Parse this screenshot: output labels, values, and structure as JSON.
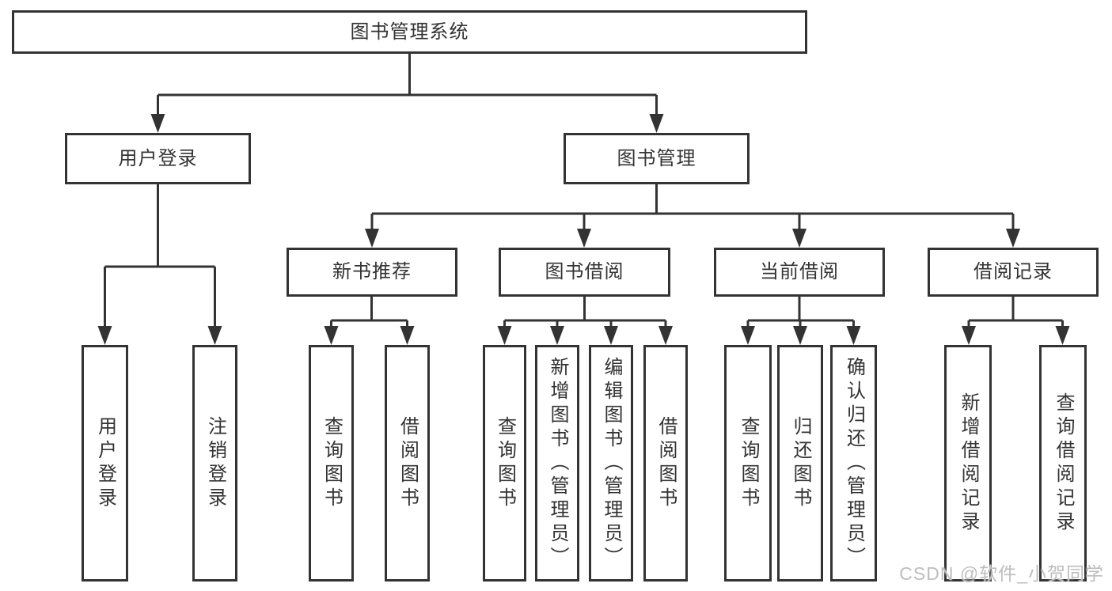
{
  "diagram": {
    "title_node": "图书管理系统",
    "level2": {
      "user_login": "用户登录",
      "book_mgmt": "图书管理"
    },
    "level3": {
      "new_book": "新书推荐",
      "book_borrow": "图书借阅",
      "current_borrow": "当前借阅",
      "borrow_record": "借阅记录"
    },
    "leaves": {
      "user_login_leaf": "用户登录",
      "logout_leaf": "注销登录",
      "nb_query": "查询图书",
      "nb_borrow": "借阅图书",
      "bb_query": "查询图书",
      "bb_add": "新增图书（管理员）",
      "bb_edit": "编辑图书（管理员）",
      "bb_borrow": "借阅图书",
      "cb_query": "查询图书",
      "cb_return": "归还图书",
      "cb_confirm": "确认归还（管理员）",
      "br_add": "新增借阅记录",
      "br_query": "查询借阅记录"
    }
  },
  "watermark": "CSDN @软件_小贺同学",
  "colors": {
    "line": "#333333",
    "box_border": "#333333",
    "text": "#333333",
    "watermark": "#bdbdbd",
    "background": "#ffffff"
  }
}
